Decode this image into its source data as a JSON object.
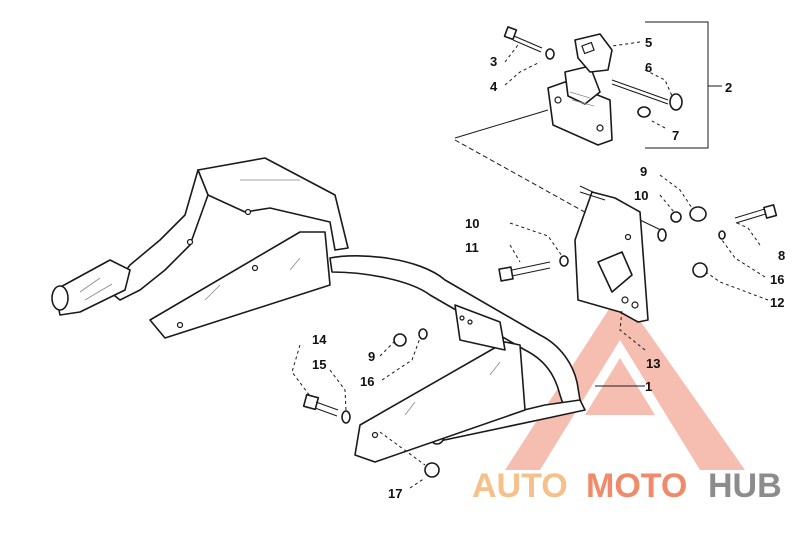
{
  "callouts": {
    "c1": "1",
    "c2": "2",
    "c3": "3",
    "c4": "4",
    "c5": "5",
    "c6": "6",
    "c7": "7",
    "c8": "8",
    "c9a": "9",
    "c9b": "9",
    "c10a": "10",
    "c10b": "10",
    "c11": "11",
    "c12": "12",
    "c13": "13",
    "c14": "14",
    "c15": "15",
    "c16a": "16",
    "c16b": "16",
    "c17": "17"
  },
  "watermark": {
    "part1": "AUTO",
    "part2": "MOTO",
    "part3": "HUB",
    "color_primary": "#f08a6a",
    "color_secondary": "#f5c9a0",
    "color_dark": "#8a8a8a"
  }
}
